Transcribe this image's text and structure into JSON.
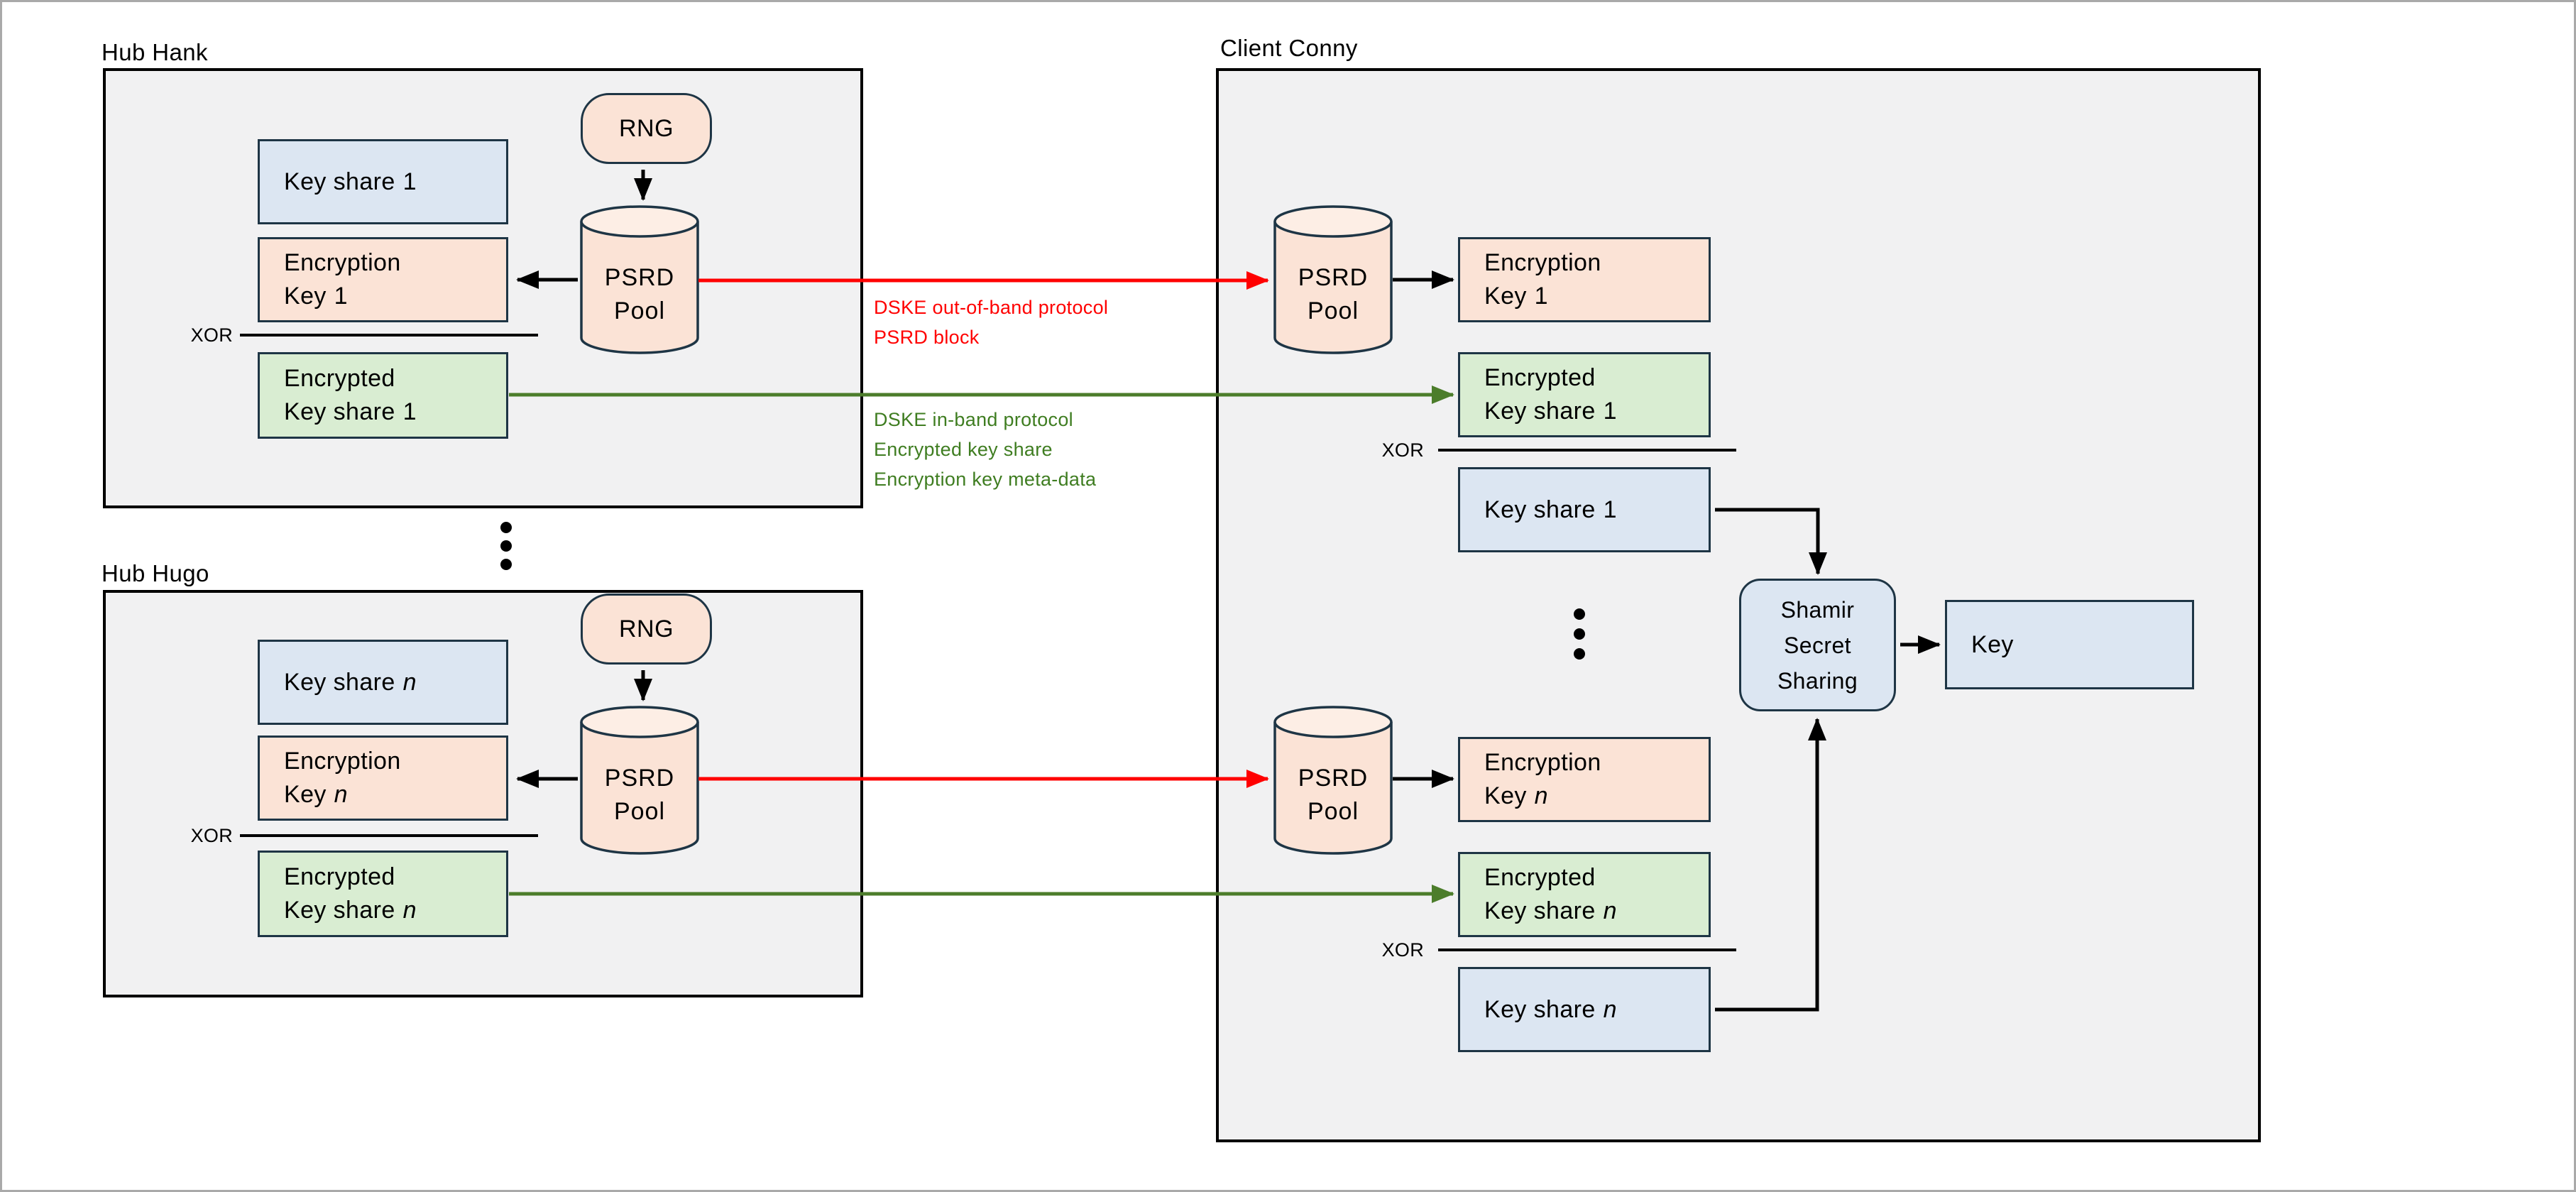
{
  "colors": {
    "red_flow": "#ff0000",
    "green_flow": "#4c7d2b",
    "green_text": "#3f7d21",
    "panel_fill": "#f1f1f2",
    "panel_border": "#000000",
    "blue_fill": "#dce6f2",
    "peach_fill": "#fbe3d6",
    "green_fill": "#d9edd2",
    "node_border": "#1e3545"
  },
  "hank": {
    "title": "Hub Hank",
    "key_share_label": "Key share",
    "key_share_num": "1",
    "enc_line1": "Encryption",
    "enc_line2": "Key",
    "enc_num": "1",
    "xor": "XOR",
    "encd_line1": "Encrypted",
    "encd_line2": "Key share",
    "encd_num": "1",
    "rng": "RNG",
    "pool_line1": "PSRD",
    "pool_line2": "Pool"
  },
  "hugo": {
    "title": "Hub Hugo",
    "key_share_label": "Key share",
    "key_share_num": "n",
    "enc_line1": "Encryption",
    "enc_line2": "Key",
    "enc_num": "n",
    "xor": "XOR",
    "encd_line1": "Encrypted",
    "encd_line2": "Key share",
    "encd_num": "n",
    "rng": "RNG",
    "pool_line1": "PSRD",
    "pool_line2": "Pool"
  },
  "client": {
    "title": "Client Conny",
    "top": {
      "pool_line1": "PSRD",
      "pool_line2": "Pool",
      "enc_line1": "Encryption",
      "enc_line2": "Key",
      "enc_num": "1",
      "encd_line1": "Encrypted",
      "encd_line2": "Key share",
      "encd_num": "1",
      "xor": "XOR",
      "key_share_label": "Key share",
      "key_share_num": "1"
    },
    "bottom": {
      "pool_line1": "PSRD",
      "pool_line2": "Pool",
      "enc_line1": "Encryption",
      "enc_line2": "Key",
      "enc_num": "n",
      "encd_line1": "Encrypted",
      "encd_line2": "Key share",
      "encd_num": "n",
      "xor": "XOR",
      "key_share_label": "Key share",
      "key_share_num": "n"
    },
    "shamir_line1": "Shamir",
    "shamir_line2": "Secret",
    "shamir_line3": "Sharing",
    "key_label": "Key"
  },
  "annotations": {
    "out_of_band_line1": "DSKE out-of-band protocol",
    "out_of_band_line2": "PSRD block",
    "in_band_line1": "DSKE in-band protocol",
    "in_band_line2": "Encrypted key share",
    "in_band_line3": "Encryption key meta-data"
  }
}
